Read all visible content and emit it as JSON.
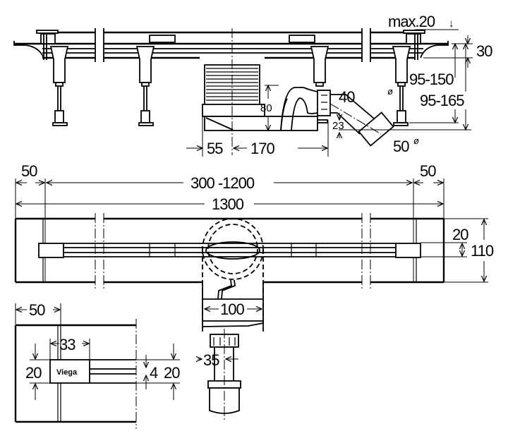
{
  "drawing": {
    "title": "Shower drain channel dimension drawing",
    "brand": "Viega",
    "side_view": {
      "dims": {
        "max_cover": "max.20",
        "frame_height": "30",
        "height_range_short": "95-150",
        "height_range_long": "95-165",
        "body_height": "80",
        "offset_left": "55",
        "offset_outlet": "170",
        "outlet_drop": "23",
        "pipe_diameter_small": "40",
        "pipe_diameter_large": "50",
        "diameter_symbol": "ø"
      }
    },
    "top_view": {
      "dims": {
        "end_left": "50",
        "end_right": "50",
        "length_range": "300 -1200",
        "overall_length": "1300",
        "slot_width": "20",
        "overall_width": "110",
        "outlet_width": "100",
        "outlet_offset": "35"
      }
    },
    "detail_view": {
      "dims": {
        "end_length": "50",
        "logo_length": "33",
        "logo_height": "20",
        "bar_gap": "4",
        "slot_height": "20"
      }
    }
  }
}
